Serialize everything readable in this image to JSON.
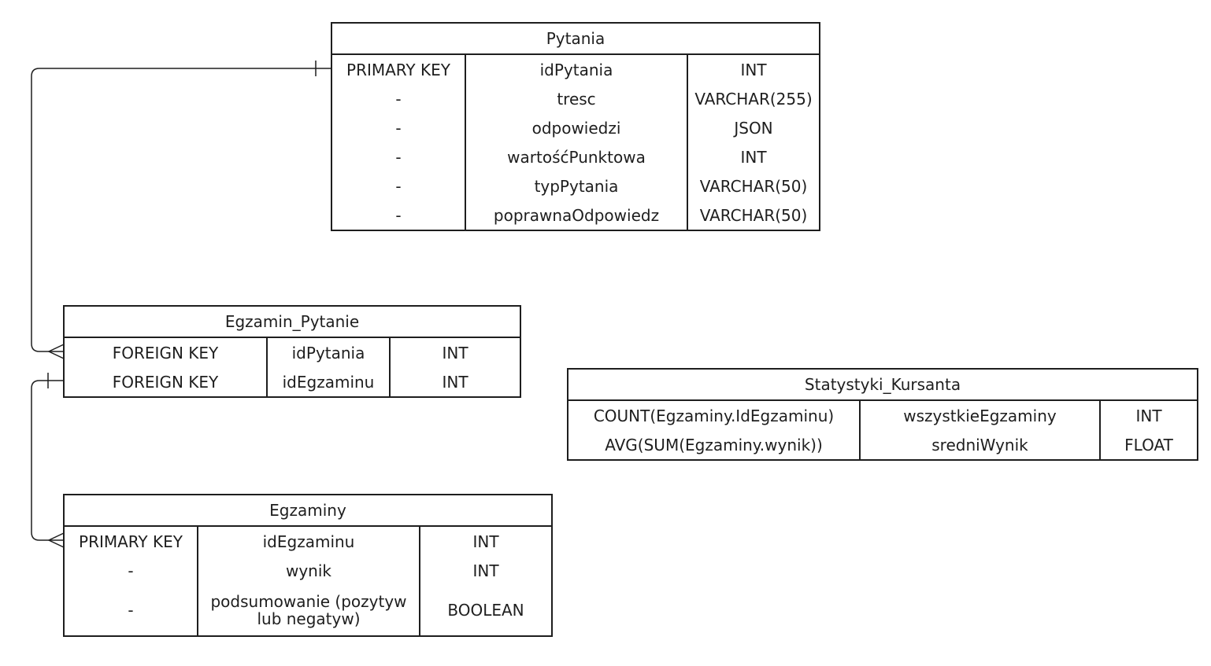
{
  "entities": {
    "pytania": {
      "name": "Pytania",
      "columns": [
        {
          "key": "PRIMARY KEY",
          "field": "idPytania",
          "type": "INT"
        },
        {
          "key": "-",
          "field": "tresc",
          "type": "VARCHAR(255)"
        },
        {
          "key": "-",
          "field": "odpowiedzi",
          "type": "JSON"
        },
        {
          "key": "-",
          "field": "wartośćPunktowa",
          "type": "INT"
        },
        {
          "key": "-",
          "field": "typPytania",
          "type": "VARCHAR(50)"
        },
        {
          "key": "-",
          "field": "poprawnaOdpowiedz",
          "type": "VARCHAR(50)"
        }
      ]
    },
    "egzamin_pytanie": {
      "name": "Egzamin_Pytanie",
      "columns": [
        {
          "key": "FOREIGN KEY",
          "field": "idPytania",
          "type": "INT"
        },
        {
          "key": "FOREIGN KEY",
          "field": "idEgzaminu",
          "type": "INT"
        }
      ]
    },
    "statystyki_kursanta": {
      "name": "Statystyki_Kursanta",
      "columns": [
        {
          "key": "COUNT(Egzaminy.IdEgzaminu)",
          "field": "wszystkieEgzaminy",
          "type": "INT"
        },
        {
          "key": "AVG(SUM(Egzaminy.wynik))",
          "field": "sredniWynik",
          "type": "FLOAT"
        }
      ]
    },
    "egzaminy": {
      "name": "Egzaminy",
      "columns": [
        {
          "key": "PRIMARY KEY",
          "field": "idEgzaminu",
          "type": "INT"
        },
        {
          "key": "-",
          "field": "wynik",
          "type": "INT"
        },
        {
          "key": "-",
          "field": "podsumowanie (pozytyw\nlub negatyw)",
          "type": "BOOLEAN"
        }
      ]
    }
  },
  "relationships": [
    {
      "from": "pytania.idPytania",
      "to": "egzamin_pytanie.idPytania",
      "from_cardinality": "one",
      "to_cardinality": "many"
    },
    {
      "from": "egzamin_pytanie.idEgzaminu",
      "to": "egzaminy.idEgzaminu",
      "from_cardinality": "one",
      "to_cardinality": "many"
    }
  ],
  "colors": {
    "stroke": "#1e1e1e",
    "background": "#ffffff"
  }
}
